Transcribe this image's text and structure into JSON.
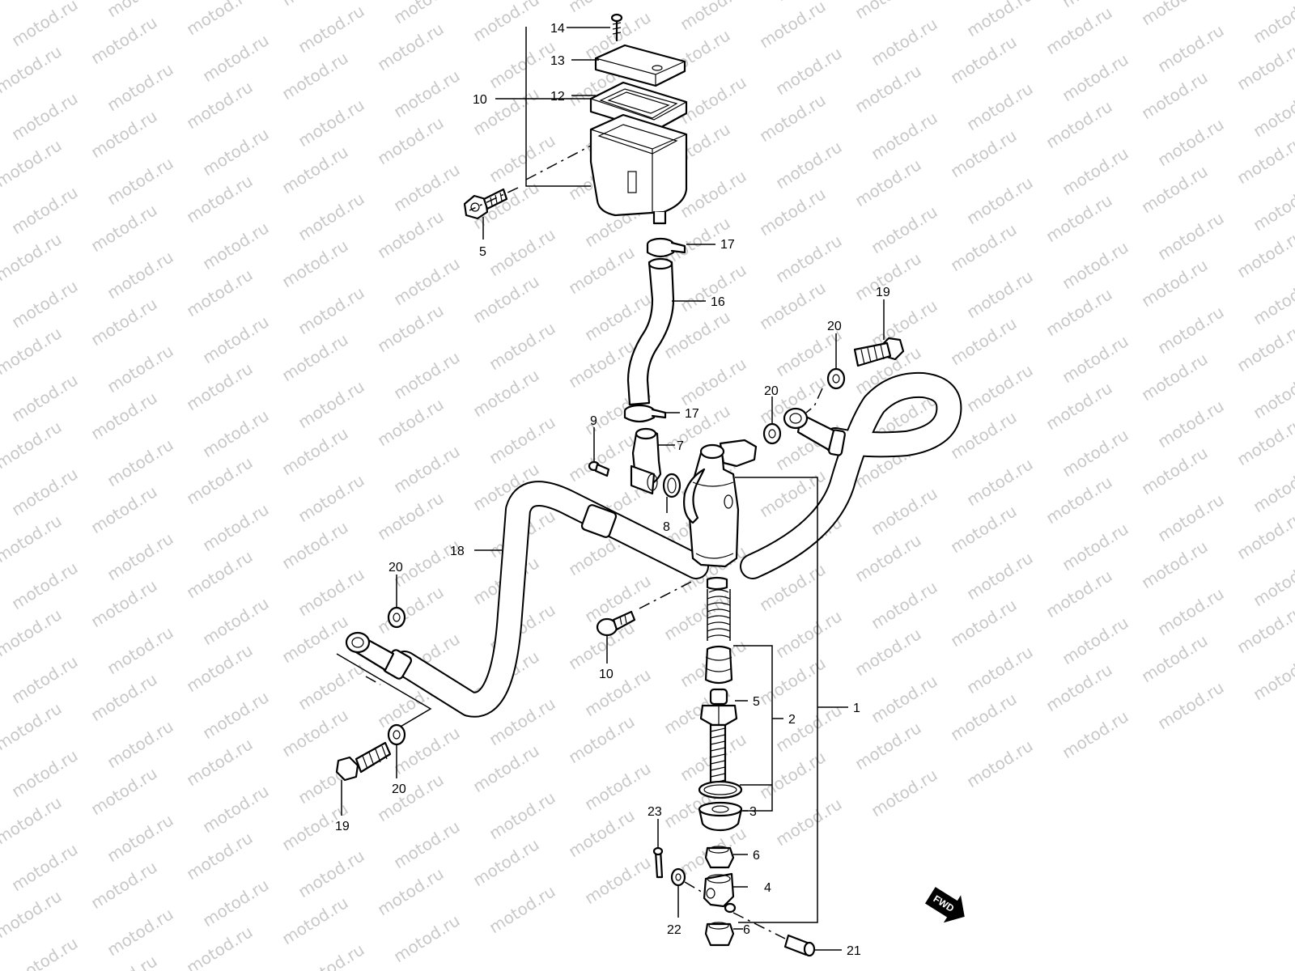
{
  "watermark": {
    "text": "motod.ru",
    "color": "#c8c8c8"
  },
  "fwd_indicator": {
    "text": "FWD"
  },
  "callouts": [
    {
      "id": "c14",
      "text": "14"
    },
    {
      "id": "c13",
      "text": "13"
    },
    {
      "id": "c12",
      "text": "12"
    },
    {
      "id": "c10a",
      "text": "10"
    },
    {
      "id": "c5a",
      "text": "5"
    },
    {
      "id": "c17a",
      "text": "17"
    },
    {
      "id": "c16",
      "text": "16"
    },
    {
      "id": "c19a",
      "text": "19"
    },
    {
      "id": "c20a",
      "text": "20"
    },
    {
      "id": "c20b",
      "text": "20"
    },
    {
      "id": "c17b",
      "text": "17"
    },
    {
      "id": "c9",
      "text": "9"
    },
    {
      "id": "c7",
      "text": "7"
    },
    {
      "id": "c8",
      "text": "8"
    },
    {
      "id": "c18",
      "text": "18"
    },
    {
      "id": "c20c",
      "text": "20"
    },
    {
      "id": "c10b",
      "text": "10"
    },
    {
      "id": "c5b",
      "text": "5"
    },
    {
      "id": "c2",
      "text": "2"
    },
    {
      "id": "c1",
      "text": "1"
    },
    {
      "id": "c20d",
      "text": "20"
    },
    {
      "id": "c19b",
      "text": "19"
    },
    {
      "id": "c23",
      "text": "23"
    },
    {
      "id": "c3",
      "text": "3"
    },
    {
      "id": "c6a",
      "text": "6"
    },
    {
      "id": "c4",
      "text": "4"
    },
    {
      "id": "c22",
      "text": "22"
    },
    {
      "id": "c6b",
      "text": "6"
    },
    {
      "id": "c21",
      "text": "21"
    }
  ]
}
